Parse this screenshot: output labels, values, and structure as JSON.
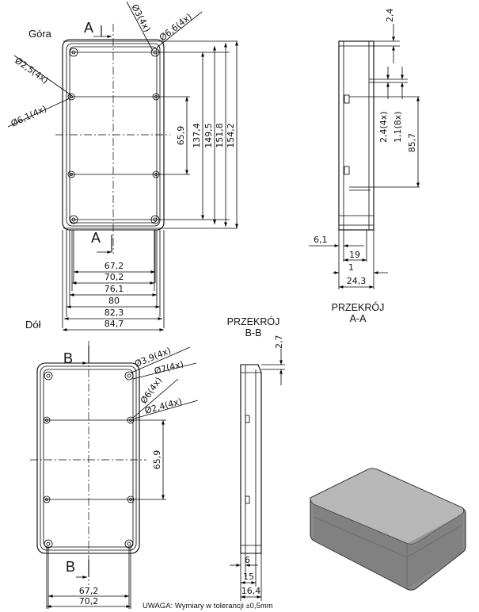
{
  "labels": {
    "top_view": "Góra",
    "bottom_view": "Dół",
    "section_a": "A",
    "section_b": "B",
    "section_aa_line1": "PRZEKRÓJ",
    "section_aa_line2": "A-A",
    "section_bb_line1": "PRZEKRÓJ",
    "section_bb_line2": "B-B",
    "note": "UWAGA: Wymiary w tolerancji ±0,5mm"
  },
  "top_dims": {
    "hole_3": "Ø3(4x)",
    "hole_6_6": "Ø6,6(4x)",
    "hole_2_5": "Ø2,5(4x)",
    "hole_6_1": "Ø6,1(4x)",
    "v_65_9": "65,9",
    "v_137_4": "137,4",
    "v_149_5": "149,5",
    "v_151_8": "151,8",
    "v_154_2": "154,2",
    "h_67_2": "67,2",
    "h_70_2": "70,2",
    "h_76_1": "76,1",
    "h_80": "80",
    "h_82_3": "82,3",
    "h_84_7": "84,7"
  },
  "section_aa_dims": {
    "d_2_4": "2,4",
    "d_2_4_4x": "2,4(4x)",
    "d_1_1_8x": "1,1(8x)",
    "d_85_7": "85,7",
    "d_6_1": "6,1",
    "d_19": "19",
    "d_1": "1",
    "d_24_3": "24,3"
  },
  "bottom_dims": {
    "hole_3_9": "Ø3,9(4x)",
    "hole_7": "Ø7(4x)",
    "hole_6": "Ø6(4x)",
    "hole_2_4": "Ø2,4(4x)",
    "v_65_9": "65,9",
    "h_67_2": "67,2",
    "h_70_2": "70,2"
  },
  "section_bb_dims": {
    "d_2_7": "2,7",
    "d_6": "6",
    "d_15": "15",
    "d_16_4": "16,4"
  }
}
